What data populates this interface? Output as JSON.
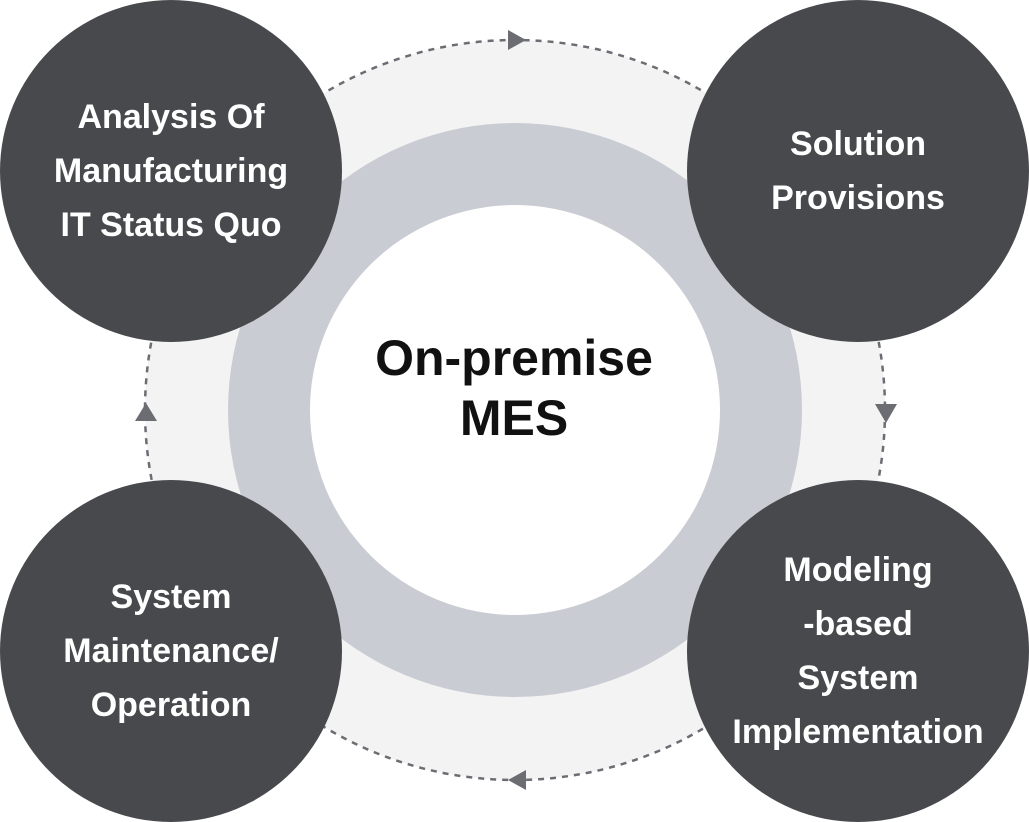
{
  "center": {
    "line1": "On-premise",
    "line2": "MES"
  },
  "nodes": {
    "top_left": [
      "Analysis Of",
      "Manufacturing",
      "IT Status Quo"
    ],
    "top_right": [
      "Solution",
      "Provisions"
    ],
    "bottom_right": [
      "Modeling",
      "-based",
      "System",
      "Implementation"
    ],
    "bottom_left": [
      "System",
      "Maintenance/",
      "Operation"
    ]
  },
  "colors": {
    "node_fill": "#48494d",
    "ring": "#c9ccd3",
    "outer_disc": "#f3f3f4",
    "arrow": "#6b6d73",
    "center_text": "#111111"
  },
  "icons": {
    "arrow_top": "arrow-right-icon",
    "arrow_right": "arrow-down-icon",
    "arrow_bottom": "arrow-left-icon",
    "arrow_left": "arrow-up-icon"
  }
}
